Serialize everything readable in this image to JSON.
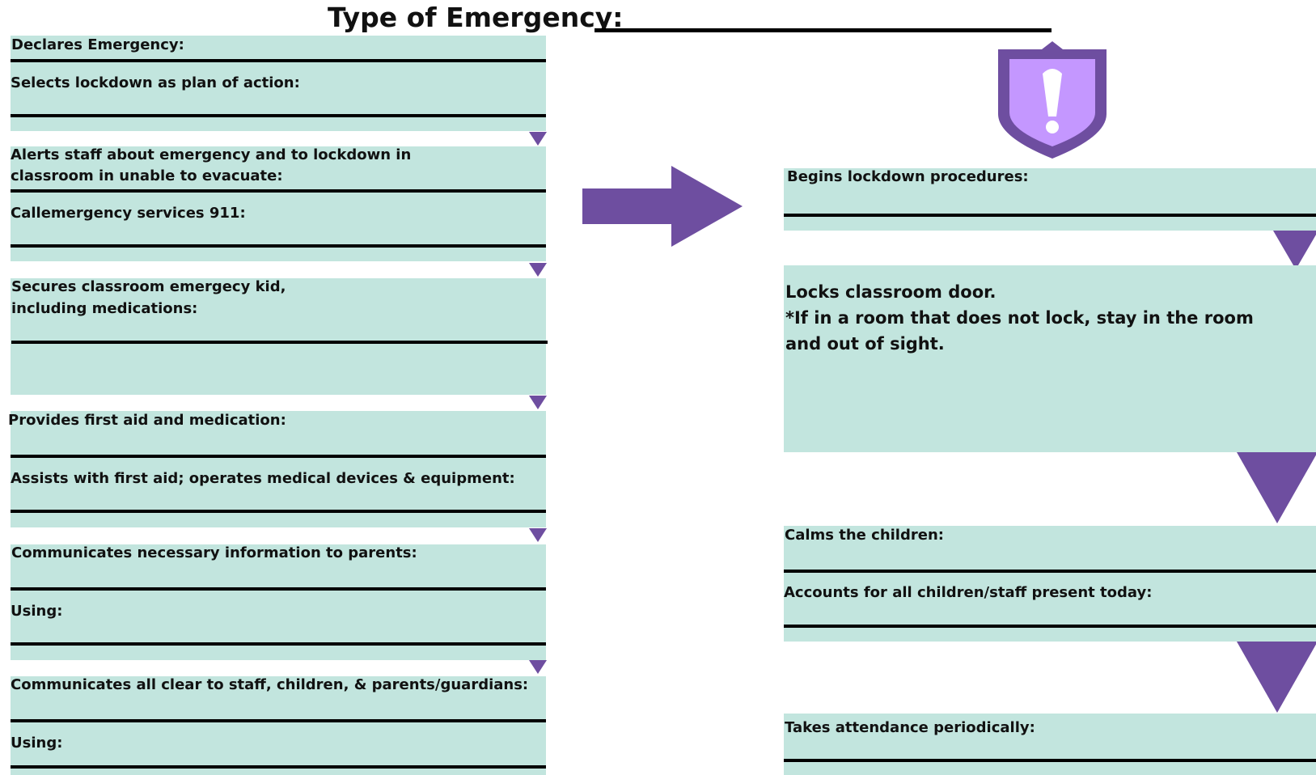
{
  "header": {
    "title": "Type of Emergency:"
  },
  "left_column": {
    "declares_emergency": "Declares Emergency:",
    "selects_lockdown": "Selects lockdown as plan of action:",
    "alerts_staff_line1": "Alerts staff about emergency and to lockdown in",
    "alerts_staff_line2": "classroom in unable to evacuate:",
    "call_911": "Callemergency services 911:",
    "secures_kit_line1": "Secures classroom emergecy kid,",
    "secures_kit_line2": "including medications:",
    "first_aid": "Provides first aid and medication:",
    "assists_first_aid": "Assists with first aid; operates medical devices & equipment:",
    "communicates_parents": "Communicates necessary information to parents:",
    "using_1": "Using:",
    "all_clear": "Communicates all clear to staff, children, & parents/guardians:",
    "using_2": "Using:"
  },
  "right_column": {
    "begins_lockdown": "Begins lockdown procedures:",
    "locks_door_line1": "Locks classroom door.",
    "locks_door_line2": "*If in a room that does not lock, stay in the room",
    "locks_door_line3": "and out of sight.",
    "calms_children": "Calms the children:",
    "accounts_for": "Accounts for all children/staff present today:",
    "takes_attendance": "Takes attendance periodically:"
  },
  "icons": {
    "shield": "shield-exclamation-icon",
    "arrow": "arrow-right-icon",
    "flow": "triangle-down-icon"
  },
  "colors": {
    "box_fill": "#c2e5de",
    "accent": "#6e4ea0",
    "shield_inner": "#c497ff"
  }
}
